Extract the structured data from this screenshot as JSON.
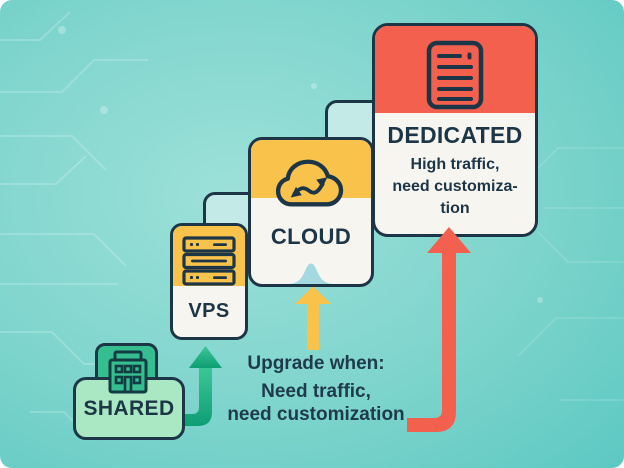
{
  "palette": {
    "navy": "#1d3647",
    "coral": "#f3604e",
    "amber": "#f8c24b",
    "green": "#35be90",
    "green_light": "#a9e8c2",
    "card_background": "#f7f5f0",
    "background_center": "#9de1d9",
    "background_edge": "#4fc0ba",
    "connector_fill": "#c4eae7",
    "wave_teal": "#a5d9e2",
    "green_arrow_gradient": [
      "#0e9e74",
      "#3dc795"
    ]
  },
  "cards": {
    "shared": {
      "label": "SHARED",
      "icon": "building-icon"
    },
    "vps": {
      "label": "VPS",
      "icon": "server-stack-icon"
    },
    "cloud": {
      "label": "CLOUD",
      "icon": "cloud-transfer-icon"
    },
    "dedicated": {
      "label": "DEDICATED",
      "subtitle_line1": "High traffic,",
      "subtitle_line2": "need customiza-",
      "subtitle_line3": "tion",
      "icon": "rack-server-icon"
    }
  },
  "caption": {
    "line1": "Upgrade when:",
    "line2": "Need traffic,",
    "line3": "need customization"
  },
  "arrows": {
    "shared_to_vps": {
      "color": "#1faf82",
      "direction": "up"
    },
    "vps_to_cloud": {
      "color": "#f8c24b",
      "direction": "up"
    },
    "cloud_to_dedicated": {
      "color": "#f3604e",
      "direction": "up"
    }
  }
}
